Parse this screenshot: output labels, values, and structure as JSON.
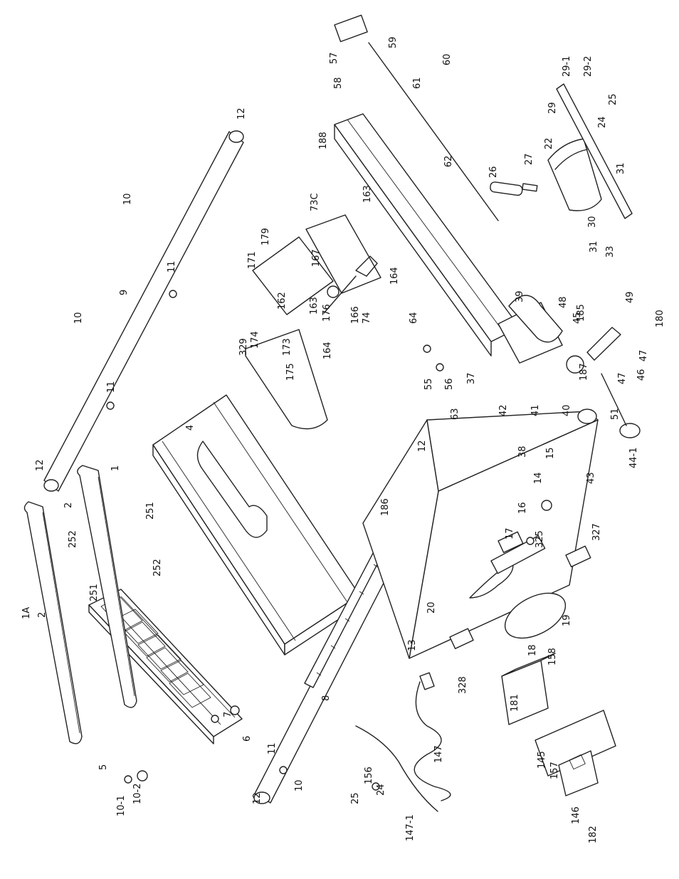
{
  "part_labels": [
    {
      "id": "1A",
      "text": "1A"
    },
    {
      "id": "1",
      "text": "1"
    },
    {
      "id": "2a",
      "text": "2"
    },
    {
      "id": "2b",
      "text": "2"
    },
    {
      "id": "251a",
      "text": "251"
    },
    {
      "id": "251b",
      "text": "251"
    },
    {
      "id": "252a",
      "text": "252"
    },
    {
      "id": "252b",
      "text": "252"
    },
    {
      "id": "4",
      "text": "4"
    },
    {
      "id": "5",
      "text": "5"
    },
    {
      "id": "6",
      "text": "6"
    },
    {
      "id": "7",
      "text": "7"
    },
    {
      "id": "8",
      "text": "8"
    },
    {
      "id": "9",
      "text": "9"
    },
    {
      "id": "10a",
      "text": "10"
    },
    {
      "id": "10b",
      "text": "10"
    },
    {
      "id": "10c",
      "text": "10"
    },
    {
      "id": "10-1",
      "text": "10-1"
    },
    {
      "id": "10-2",
      "text": "10-2"
    },
    {
      "id": "11a",
      "text": "11"
    },
    {
      "id": "11b",
      "text": "11"
    },
    {
      "id": "11c",
      "text": "11"
    },
    {
      "id": "12a",
      "text": "12"
    },
    {
      "id": "12b",
      "text": "12"
    },
    {
      "id": "12c",
      "text": "12"
    },
    {
      "id": "12d",
      "text": "12"
    },
    {
      "id": "13",
      "text": "13"
    },
    {
      "id": "14",
      "text": "14"
    },
    {
      "id": "15",
      "text": "15"
    },
    {
      "id": "16",
      "text": "16"
    },
    {
      "id": "17",
      "text": "17"
    },
    {
      "id": "18",
      "text": "18"
    },
    {
      "id": "19",
      "text": "19"
    },
    {
      "id": "20",
      "text": "20"
    },
    {
      "id": "22",
      "text": "22"
    },
    {
      "id": "24a",
      "text": "24"
    },
    {
      "id": "24b",
      "text": "24"
    },
    {
      "id": "25a",
      "text": "25"
    },
    {
      "id": "25b",
      "text": "25"
    },
    {
      "id": "26",
      "text": "26"
    },
    {
      "id": "27",
      "text": "27"
    },
    {
      "id": "29",
      "text": "29"
    },
    {
      "id": "29-1",
      "text": "29-1"
    },
    {
      "id": "29-2",
      "text": "29-2"
    },
    {
      "id": "30",
      "text": "30"
    },
    {
      "id": "31a",
      "text": "31"
    },
    {
      "id": "31b",
      "text": "31"
    },
    {
      "id": "33",
      "text": "33"
    },
    {
      "id": "37",
      "text": "37"
    },
    {
      "id": "38",
      "text": "38"
    },
    {
      "id": "39",
      "text": "39"
    },
    {
      "id": "40",
      "text": "40"
    },
    {
      "id": "41",
      "text": "41"
    },
    {
      "id": "42",
      "text": "42"
    },
    {
      "id": "43",
      "text": "43"
    },
    {
      "id": "44-1",
      "text": "44-1"
    },
    {
      "id": "45",
      "text": "45"
    },
    {
      "id": "46",
      "text": "46"
    },
    {
      "id": "47a",
      "text": "47"
    },
    {
      "id": "47b",
      "text": "47"
    },
    {
      "id": "48",
      "text": "48"
    },
    {
      "id": "49",
      "text": "49"
    },
    {
      "id": "51",
      "text": "51"
    },
    {
      "id": "55",
      "text": "55"
    },
    {
      "id": "56",
      "text": "56"
    },
    {
      "id": "57",
      "text": "57"
    },
    {
      "id": "58",
      "text": "58"
    },
    {
      "id": "59",
      "text": "59"
    },
    {
      "id": "60",
      "text": "60"
    },
    {
      "id": "61",
      "text": "61"
    },
    {
      "id": "62",
      "text": "62"
    },
    {
      "id": "63",
      "text": "63"
    },
    {
      "id": "64",
      "text": "64"
    },
    {
      "id": "73C",
      "text": "73C"
    },
    {
      "id": "74",
      "text": "74"
    },
    {
      "id": "145",
      "text": "145"
    },
    {
      "id": "146",
      "text": "146"
    },
    {
      "id": "147",
      "text": "147"
    },
    {
      "id": "147-1",
      "text": "147-1"
    },
    {
      "id": "156",
      "text": "156"
    },
    {
      "id": "157",
      "text": "157"
    },
    {
      "id": "158",
      "text": "158"
    },
    {
      "id": "162",
      "text": "162"
    },
    {
      "id": "163a",
      "text": "163"
    },
    {
      "id": "163b",
      "text": "163"
    },
    {
      "id": "164a",
      "text": "164"
    },
    {
      "id": "164b",
      "text": "164"
    },
    {
      "id": "166",
      "text": "166"
    },
    {
      "id": "167",
      "text": "167"
    },
    {
      "id": "171",
      "text": "171"
    },
    {
      "id": "173",
      "text": "173"
    },
    {
      "id": "174",
      "text": "174"
    },
    {
      "id": "175",
      "text": "175"
    },
    {
      "id": "176",
      "text": "176"
    },
    {
      "id": "179",
      "text": "179"
    },
    {
      "id": "180",
      "text": "180"
    },
    {
      "id": "181",
      "text": "181"
    },
    {
      "id": "182",
      "text": "182"
    },
    {
      "id": "185",
      "text": "185"
    },
    {
      "id": "186",
      "text": "186"
    },
    {
      "id": "187",
      "text": "187"
    },
    {
      "id": "188",
      "text": "188"
    },
    {
      "id": "325",
      "text": "325"
    },
    {
      "id": "327",
      "text": "327"
    },
    {
      "id": "328",
      "text": "328"
    },
    {
      "id": "329",
      "text": "329"
    }
  ]
}
